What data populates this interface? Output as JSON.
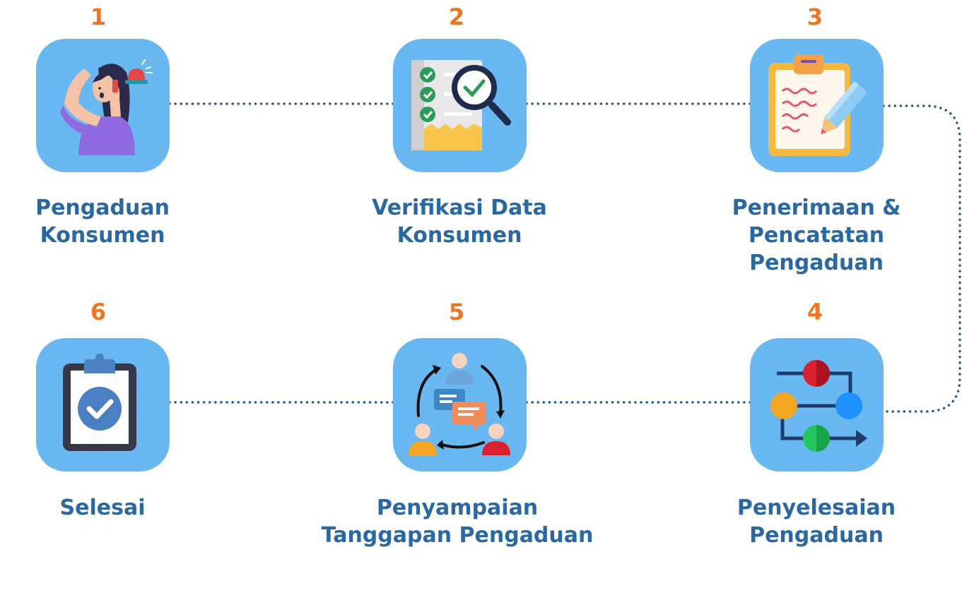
{
  "steps": [
    {
      "number": "1",
      "label": "Pengaduan\nKonsumen",
      "icon": "worried-woman-phone-icon"
    },
    {
      "number": "2",
      "label": "Verifikasi Data\nKonsumen",
      "icon": "checklist-magnifier-icon"
    },
    {
      "number": "3",
      "label": "Penerimaan &\nPencatatan\nPengaduan",
      "icon": "clipboard-pencil-icon"
    },
    {
      "number": "4",
      "label": "Penyelesaian\nPengaduan",
      "icon": "process-flow-icon"
    },
    {
      "number": "5",
      "label": "Penyampaian\nTanggapan Pengaduan",
      "icon": "people-communication-icon"
    },
    {
      "number": "6",
      "label": "Selesai",
      "icon": "clipboard-check-icon"
    }
  ],
  "colors": {
    "tile": "#6AB8F2",
    "number": "#EE7623",
    "label": "#2A68A2",
    "connector": "#1F5C93"
  }
}
